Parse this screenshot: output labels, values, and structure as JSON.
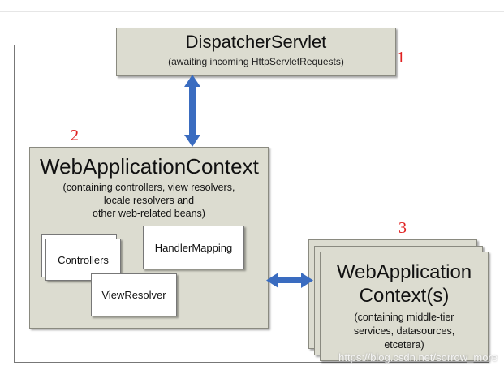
{
  "dispatcher": {
    "title": "DispatcherServlet",
    "subtitle": "(awaiting incoming HttpServletRequests)",
    "number": "1"
  },
  "web_context": {
    "title": "WebApplicationContext",
    "description_lines": [
      "(containing controllers, view resolvers,",
      "locale resolvers and",
      "other web-related beans)"
    ],
    "number": "2",
    "components": {
      "controllers": "Controllers",
      "handler_mapping": "HandlerMapping",
      "view_resolver": "ViewResolver"
    }
  },
  "root_context": {
    "title_lines": [
      "WebApplication",
      "Context(s)"
    ],
    "description_lines": [
      "(containing middle-tier",
      "services, datasources,",
      "etcetera)"
    ],
    "number": "3"
  },
  "watermark": "https://blog.csdn.net/sorrow_more",
  "colors": {
    "box_fill": "#dcdcd0",
    "arrow": "#3a6cc0",
    "number": "#e02020"
  }
}
